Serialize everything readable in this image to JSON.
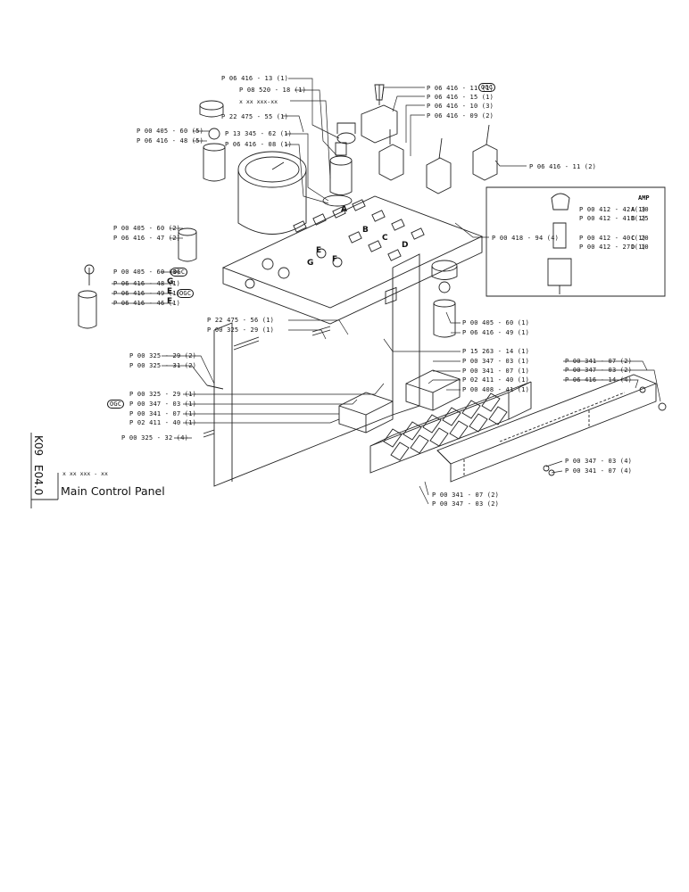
{
  "title": "Main Control Panel",
  "sheet_codes": [
    "K09",
    "E04.0"
  ],
  "series_ref": "x xx xxx - xx",
  "legend_ref": "x xx xxx-xx",
  "amp_header": "AMP",
  "labels": {
    "l1": "P 06 416 - 13 (1)",
    "l2": "P 08 520 - 18 (1)",
    "l3": "P 22 475 - 55 (1)",
    "l4": "P 00 405 - 60 (5)",
    "l5": "P 06 416 - 48 (5)",
    "l6": "P 13 345 - 62 (1)",
    "l7": "P 06 416 - 08 (1)",
    "l8": "P 06 416 - 11 (1)",
    "l9": "P 06 416 - 15 (1)",
    "l10": "P 06 416 - 10 (3)",
    "l11": "P 06 416 - 09 (2)",
    "l12": "P 06 416 - 11 (2)",
    "l13": "P 00 405 - 60 (2)",
    "l14": "P 06 416 - 47 (2)",
    "l15": "P 00 405 - 60 (3)",
    "l16": "P 06 416 - 48 (1)",
    "l17": "P 06 416 - 49 (1)",
    "l18": "P 06 416 - 46 (1)",
    "l19": "P 00 418 - 94 (4)",
    "l20": "P 00 412 - 42 (1)",
    "l21": "P 00 412 - 41 (1)",
    "l22": "P 00 412 - 40 (1)",
    "l23": "P 00 412 - 27 (1)",
    "l24": "P 00 405 - 60 (1)",
    "l25": "P 06 416 - 49 (1)",
    "l26": "P 22 475 - 56 (1)",
    "l27": "P 00 325 - 29 (1)",
    "l28": "P 15 263 - 14 (1)",
    "l29": "P 00 325 - 29 (2)",
    "l30": "P 00 325 - 31 (2)",
    "l31": "P 00 347 - 03 (1)",
    "l32": "P 00 341 - 07 (1)",
    "l33": "P 02 411 - 40 (1)",
    "l34": "P 00 408 - 41 (1)",
    "l35": "P 00 325 - 29 (1)",
    "l36": "P 00 347 - 03 (1)",
    "l37": "P 00 341 - 07 (1)",
    "l38": "P 02 411 - 40 (1)",
    "l39": "P 00 325 - 32 (4)",
    "l40": "P 00 341 - 07 (2)",
    "l41": "P 00 347 - 03 (2)",
    "l42": "P 06 416 - 14 (4)",
    "l43": "P 00 347 - 03 (4)",
    "l44": "P 00 341 - 07 (4)",
    "l45": "P 00 341 - 07 (2)",
    "l46": "P 00 347 - 03 (2)"
  },
  "tags": {
    "t1": "OGC",
    "t2": "OGC",
    "t3": "OGC",
    "t4": "OGC"
  },
  "amp_rows": [
    {
      "letter": "A",
      "value": "30"
    },
    {
      "letter": "B",
      "value": "25"
    },
    {
      "letter": "C",
      "value": "20"
    },
    {
      "letter": "D",
      "value": "10"
    }
  ],
  "callouts": {
    "A": "A",
    "B": "B",
    "C": "C",
    "D": "D",
    "E": "E",
    "F": "F",
    "G": "G",
    "G2": "G",
    "E2": "E",
    "F2": "F"
  }
}
